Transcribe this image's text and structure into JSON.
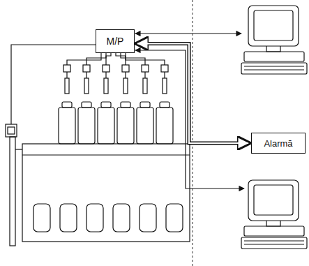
{
  "diagram": {
    "nodes": [
      {
        "text": [
          "M/P"
        ]
      },
      {
        "text": [
          "Alarmă"
        ]
      }
    ],
    "edges": [
      {
        "from": 0,
        "to": 1,
        "arrow": "both"
      }
    ]
  }
}
